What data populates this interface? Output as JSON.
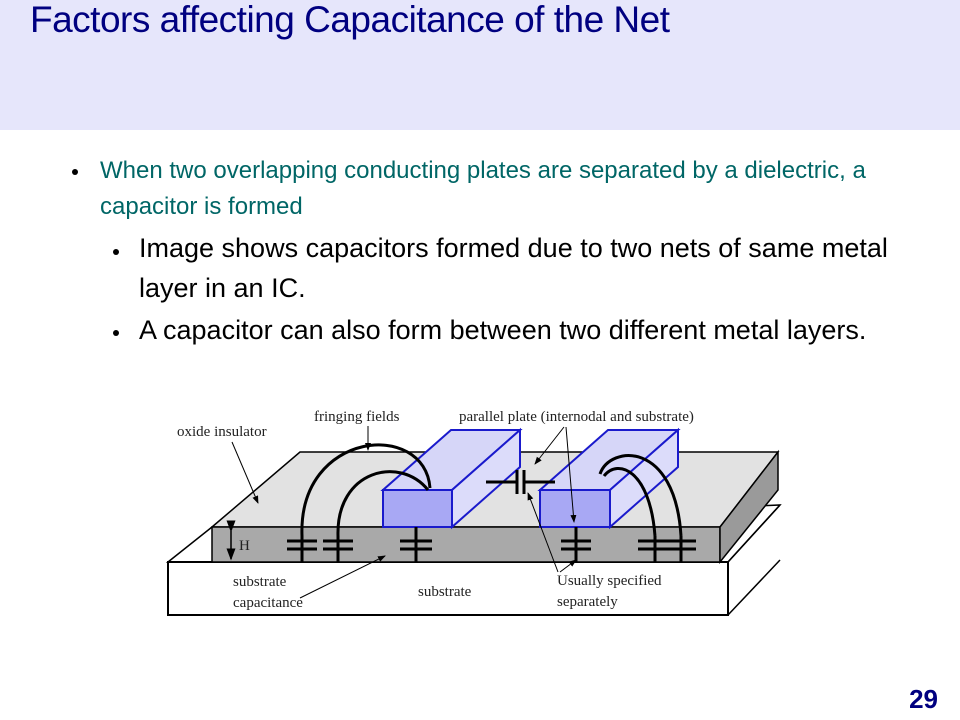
{
  "title": "Factors affecting Capacitance of the Net",
  "bullets": [
    {
      "text": "When two overlapping conducting plates are separated by a dielectric, a capacitor is formed"
    },
    {
      "text": "Image shows capacitors formed due to two nets of same metal layer in an IC."
    },
    {
      "text": "A capacitor can also form between two different metal layers."
    }
  ],
  "diagram": {
    "labels": {
      "oxide": "oxide insulator",
      "fringing": "fringing fields",
      "parallel": "parallel plate (internodal and substrate)",
      "h": "H",
      "sub_cap_1": "substrate",
      "sub_cap_2": "capacitance",
      "substrate": "substrate",
      "usually_1": "Usually specified",
      "usually_2": "separately"
    }
  },
  "page_number": "29"
}
